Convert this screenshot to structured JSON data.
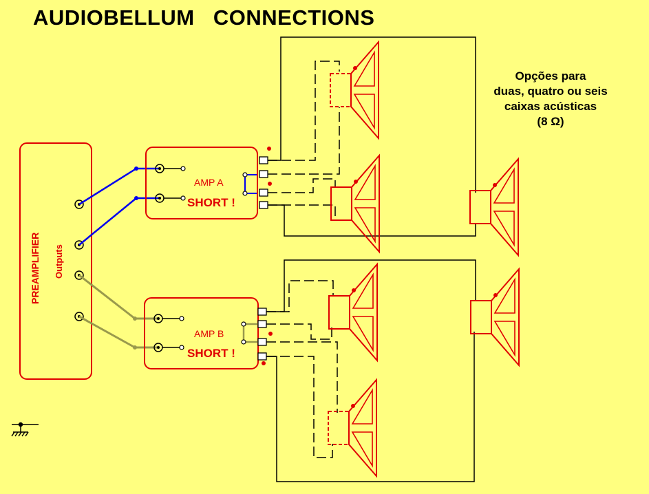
{
  "title": "AUDIOBELLUM   CONNECTIONS",
  "preamp": {
    "label": "PREAMPLIFIER",
    "outputs_label": "Outputs"
  },
  "amps": [
    {
      "label": "AMP A",
      "short_label": "SHORT !"
    },
    {
      "label": "AMP B",
      "short_label": "SHORT !"
    }
  ],
  "notes": {
    "line1": "Opções para",
    "line2": "duas, quatro ou seis",
    "line3": "caixas acústicas",
    "line4": "(8 Ω)"
  },
  "colors": {
    "background": "#ffff80",
    "red": "#e00000",
    "cable_blue": "#0000ee",
    "cable_olive": "#99994c",
    "wire": "#000000"
  },
  "icons": [
    "ground-icon",
    "polarity-dot-icon",
    "speaker-icon",
    "rca-jack-icon"
  ]
}
